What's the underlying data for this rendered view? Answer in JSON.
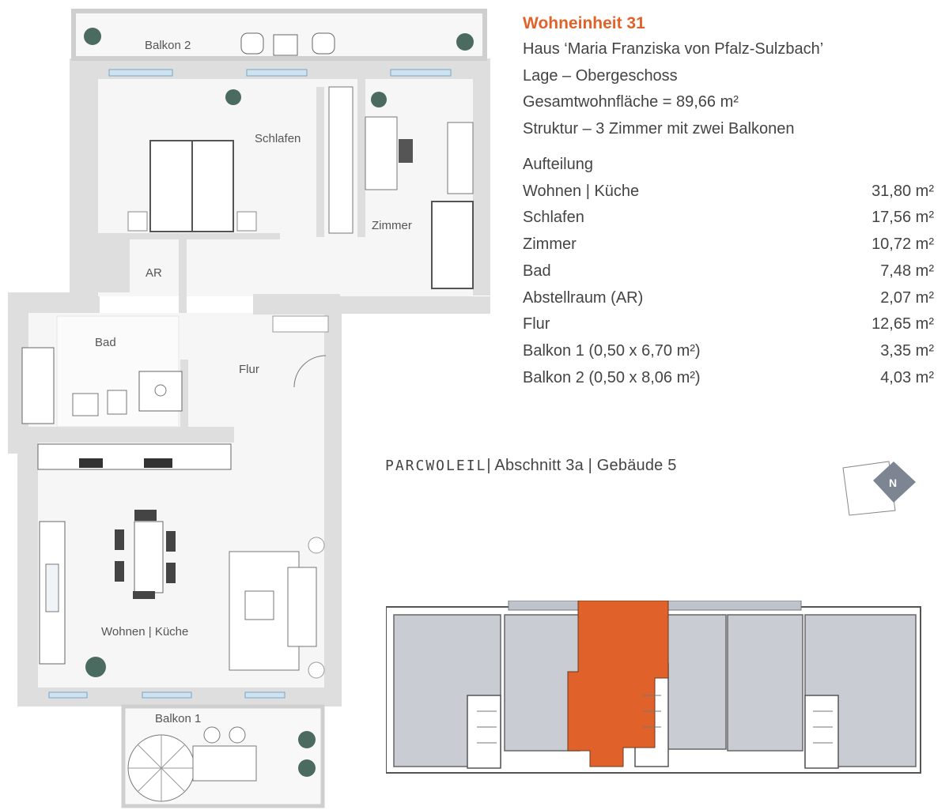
{
  "unit": {
    "title": "Wohneinheit 31",
    "house": "Haus ‘Maria Franziska von Pfalz-Sulzbach’",
    "location": "Lage – Obergeschoss",
    "total_area": "Gesamtwohnfläche = 89,66 m²",
    "structure": "Struktur – 3 Zimmer mit zwei Balkonen"
  },
  "breakdown": {
    "heading": "Aufteilung",
    "rows": [
      {
        "room": "Wohnen | Küche",
        "area": "31,80 m²"
      },
      {
        "room": "Schlafen",
        "area": "17,56 m²"
      },
      {
        "room": "Zimmer",
        "area": "10,72 m²"
      },
      {
        "room": "Bad",
        "area": "7,48 m²"
      },
      {
        "room": "Abstellraum (AR)",
        "area": "2,07 m²"
      },
      {
        "room": "Flur",
        "area": "12,65 m²"
      },
      {
        "room": "Balkon 1 (0,50 x 6,70 m²)",
        "area": "3,35 m²"
      },
      {
        "room": "Balkon 2 (0,50 x 8,06 m²)",
        "area": "4,03 m²"
      }
    ]
  },
  "project": {
    "logo_text": "PARCWOLEIL",
    "section": "| Abschnitt 3a | Gebäude 5"
  },
  "compass": {
    "letter": "N",
    "icon": "north-compass-icon"
  },
  "plan_labels": {
    "balkon2": "Balkon 2",
    "schlafen": "Schlafen",
    "zimmer": "Zimmer",
    "ar": "AR",
    "bad": "Bad",
    "flur": "Flur",
    "wohnen": "Wohnen | Küche",
    "balkon1": "Balkon 1"
  },
  "colors": {
    "accent": "#e0622a",
    "wall": "#dcdcdc",
    "site_units": "#c9ccd2",
    "text": "#444444"
  }
}
